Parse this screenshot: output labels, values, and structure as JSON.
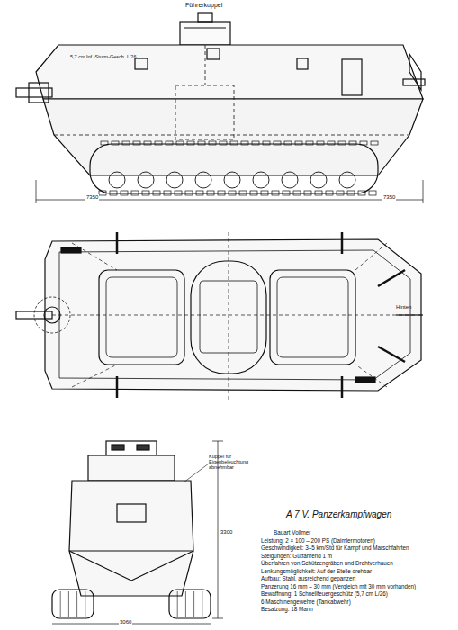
{
  "diagram": {
    "title": "A 7 V. Panzerkampfwagen",
    "labels": [
      "Führerkuppel",
      "5,7 cm Inf.-Sturm-Gesch. L 26",
      "7350",
      "7350",
      "Hinten",
      "Kuppel für Eigenbeleuchtung abnehmbar",
      "3060",
      "3300",
      "Bauart Vollmer",
      "Leistung: 2 × 100 – 200 PS (Daimlermotoren)",
      "Geschwindigkeit: 3–5 km/Std für Kampf und Marschfahrten",
      "Steigungen: Gutfahrend 1 m",
      "Überfahren von Schützengräben und Drahtverhauen",
      "Lenkungsmöglichkeit: Auf der Stelle drehbar",
      "Aufbau: Stahl, ausreichend gepanzert",
      "Panzerung 16 mm – 30 mm (Vergleich mit 30 mm vorhanden)",
      "Bewaffnung: 1 Schnellfeuergeschütz (5,7 cm L/26)",
      "6 Maschinengewehre (Tankabwehr)",
      "Besatzung: 18 Mann"
    ]
  }
}
